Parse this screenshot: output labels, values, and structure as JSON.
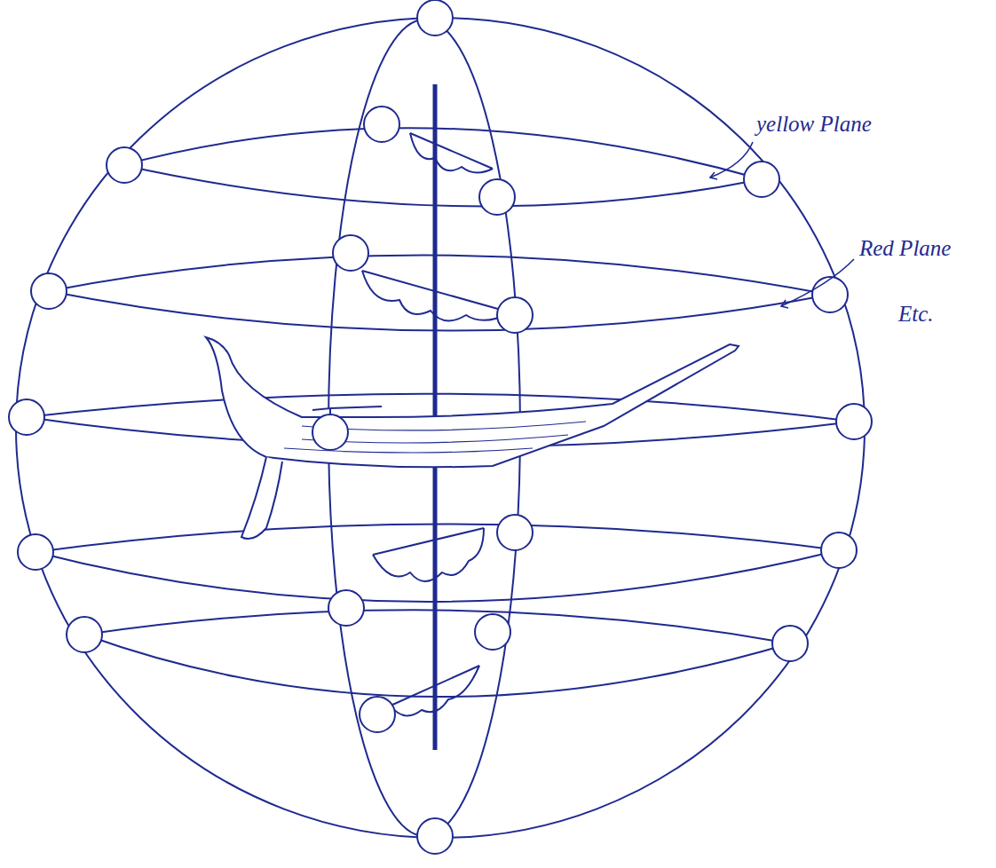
{
  "diagram": {
    "labels": [
      "yellow Plane",
      "Red Plane",
      "Etc."
    ]
  }
}
